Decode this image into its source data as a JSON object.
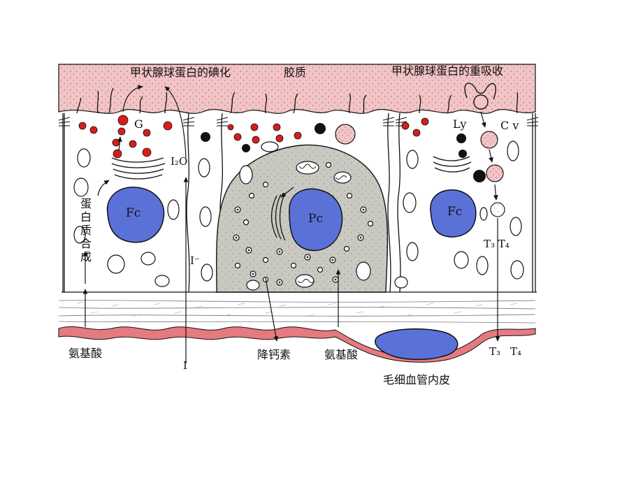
{
  "labels": {
    "iodination": "甲状腺球蛋白的碘化",
    "colloid": "胶质",
    "reabsorption": "甲状腺球蛋白的重吸收",
    "golgi": "G",
    "i2o": "I₂O",
    "lysosome": "Ly",
    "colloid_vesicle": "C v",
    "follicular_cell_left": "Fc",
    "parafollicular_cell": "Pc",
    "follicular_cell_right": "Fc",
    "protein_synthesis": "蛋白质合成",
    "iodide_mid": "I⁻",
    "t3_t4_inside": "T₃ T₄",
    "amino_acid_left": "氨基酸",
    "iodide_bottom": "I",
    "calcitonin": "降钙素",
    "amino_acid_mid": "氨基酸",
    "t3_bottom": "T₃",
    "t4_bottom": "T₄",
    "capillary_endothelium": "毛细血管内皮"
  },
  "colors": {
    "colloid_pink": "#f3c4c6",
    "endothelium_red": "#e57a80",
    "nucleus_blue": "#5a72d8",
    "pc_cytoplasm_gray": "#c9c9c1",
    "droplet_red": "#d81d1d",
    "lysosome_black": "#111111"
  }
}
